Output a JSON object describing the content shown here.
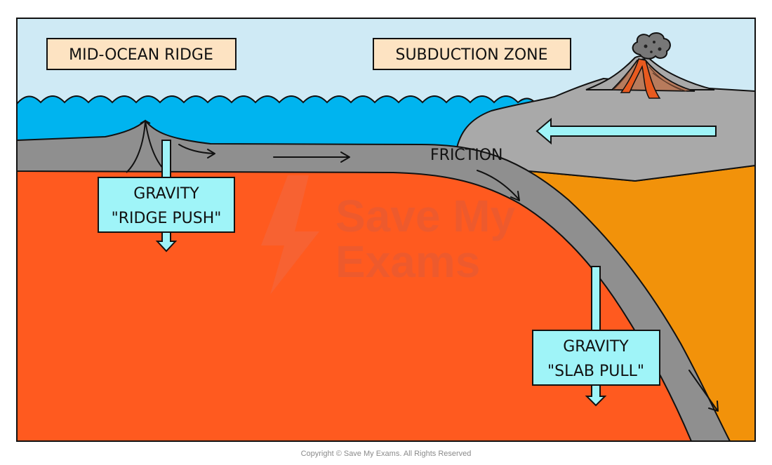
{
  "labels": {
    "mid_ocean_ridge": "MID-OCEAN RIDGE",
    "subduction_zone": "SUBDUCTION ZONE",
    "friction": "FRICTION",
    "gravity_1": "GRAVITY",
    "ridge_push": "\"RIDGE PUSH\"",
    "gravity_2": "GRAVITY",
    "slab_pull": "\"SLAB PULL\""
  },
  "watermark": {
    "line1": "Save My",
    "line2": "Exams"
  },
  "copyright": "Copyright © Save My Exams. All Rights Reserved",
  "colors": {
    "sky": "#cfeaf5",
    "ocean": "#00b4ef",
    "oceanic_plate": "#8f8f8f",
    "continental_plate": "#a9a9a9",
    "mantle": "#ff5a1f",
    "continental_mantle": "#f2920a",
    "label_box": "#fde3c2",
    "force_box": "#9ff4f8",
    "outline": "#111111"
  },
  "icons": {
    "volcano": "volcano-icon",
    "ash_cloud": "ash-cloud-icon",
    "watermark_logo": "lightning-bolt-logo"
  }
}
